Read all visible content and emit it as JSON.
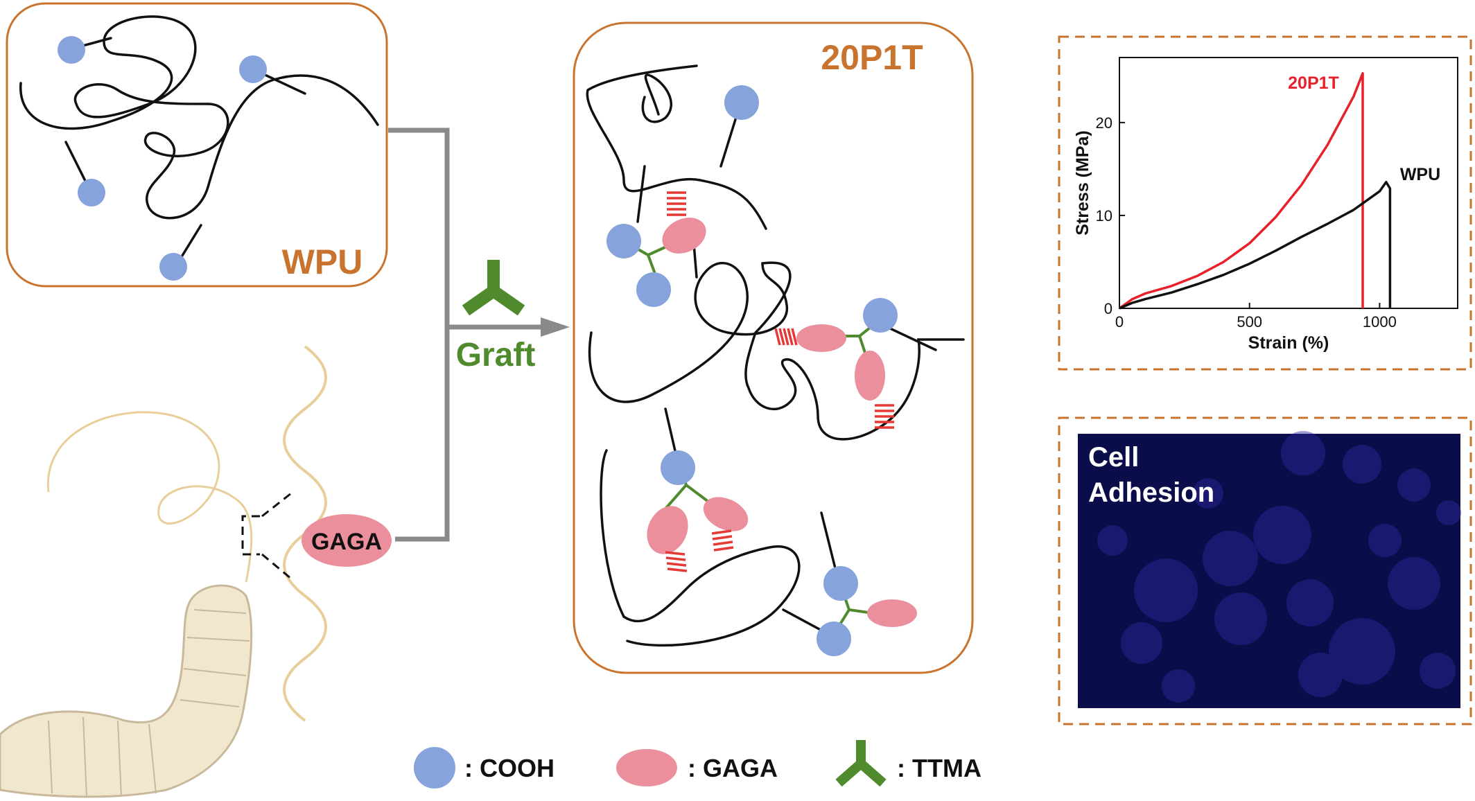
{
  "colors": {
    "box_border": "#c9742e",
    "cooh": "#86a3dc",
    "gaga": "#eb8f9c",
    "ttma": "#4f8a2c",
    "chain": "#111111",
    "arrow": "#8a8a8a",
    "silk": "#e8cf9a",
    "hbond": "#e53935",
    "label_orange": "#c9742e",
    "series_20p1t": "#e8202a",
    "series_wpu": "#111111",
    "fluorescence_bg": "#0b0c4a"
  },
  "labels": {
    "wpu_box": "WPU",
    "product_box": "20P1T",
    "graft": "Graft",
    "gaga_bead": "GAGA",
    "cell_line1": "Cell",
    "cell_line2": "Adhesion"
  },
  "legend": [
    {
      "icon": "circle-icon",
      "text": ": COOH"
    },
    {
      "icon": "ellipse-icon",
      "text": ": GAGA"
    },
    {
      "icon": "ttma-icon",
      "text": ": TTMA"
    }
  ],
  "chart_data": {
    "type": "line",
    "xlabel": "Strain (%)",
    "ylabel": "Stress (MPa)",
    "xlim": [
      0,
      1300
    ],
    "ylim": [
      0,
      27
    ],
    "xticks": [
      0,
      500,
      1000
    ],
    "yticks": [
      0,
      10,
      20
    ],
    "grid": false,
    "series": [
      {
        "name": "20P1T",
        "color": "#e8202a",
        "x": [
          0,
          50,
          100,
          200,
          300,
          400,
          500,
          600,
          700,
          800,
          900,
          935,
          935
        ],
        "y": [
          0,
          1.0,
          1.6,
          2.4,
          3.5,
          5.0,
          7.0,
          9.8,
          13.3,
          17.6,
          22.8,
          25.3,
          0
        ]
      },
      {
        "name": "WPU",
        "color": "#111111",
        "x": [
          0,
          50,
          100,
          200,
          300,
          400,
          500,
          600,
          700,
          800,
          900,
          1000,
          1025,
          1040,
          1040
        ],
        "y": [
          0,
          0.6,
          1.0,
          1.7,
          2.6,
          3.6,
          4.8,
          6.2,
          7.7,
          9.1,
          10.6,
          12.6,
          13.6,
          12.9,
          0
        ]
      }
    ]
  }
}
